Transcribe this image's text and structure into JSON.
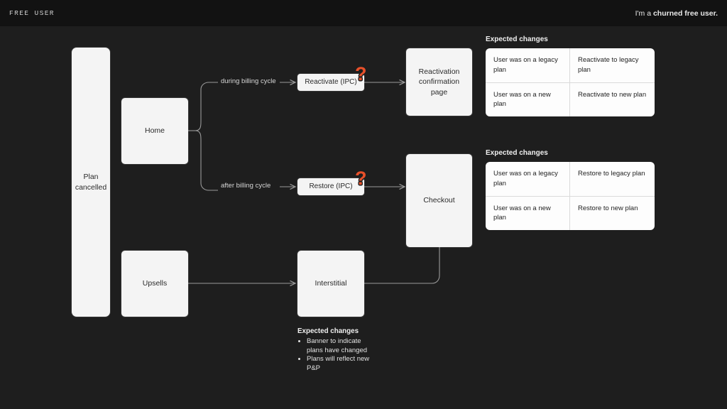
{
  "header": {
    "left_label": "FREE USER",
    "right_prefix": "I'm a ",
    "right_strong": "churned free user."
  },
  "colors": {
    "background": "#1e1e1e",
    "header_background": "#121212",
    "node_fill": "#f4f4f4",
    "accent_question": "#e8502a",
    "wire": "#9a9a9a"
  },
  "nodes": {
    "plan_cancelled": "Plan cancelled",
    "home": "Home",
    "upsells": "Upsells",
    "reactivate_ipc": "Reactivate (IPC)",
    "restore_ipc": "Restore (IPC)",
    "reactivation_confirmation": "Reactivation confirmation page",
    "checkout": "Checkout",
    "interstitial": "Interstitial"
  },
  "badges": {
    "question_mark": "?"
  },
  "edge_labels": {
    "during_billing_cycle": "during billing cycle",
    "after_billing_cycle": "after billing cycle"
  },
  "panels": [
    {
      "title": "Expected changes",
      "rows": [
        {
          "condition": "User was on a legacy plan",
          "result": "Reactivate to legacy plan"
        },
        {
          "condition": "User was on a new plan",
          "result": "Reactivate to new plan"
        }
      ]
    },
    {
      "title": "Expected changes",
      "rows": [
        {
          "condition": "User was on a legacy plan",
          "result": "Restore to legacy plan"
        },
        {
          "condition": "User was on a new plan",
          "result": "Restore to new plan"
        }
      ]
    }
  ],
  "notes": {
    "title": "Expected changes",
    "items": [
      "Banner to indicate plans have changed",
      "Plans will reflect new P&P"
    ]
  }
}
